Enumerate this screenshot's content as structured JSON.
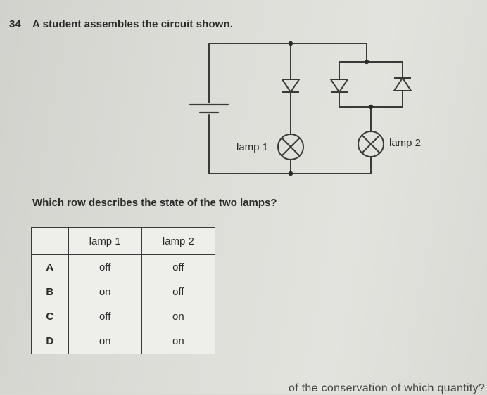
{
  "question": {
    "number": "34",
    "stem": "A student assembles the circuit shown.",
    "prompt": "Which row describes the state of the two lamps?"
  },
  "circuit": {
    "lamp1_label": "lamp 1",
    "lamp2_label": "lamp 2"
  },
  "table": {
    "headers": [
      "",
      "lamp 1",
      "lamp 2"
    ],
    "rows": [
      {
        "key": "A",
        "lamp1": "off",
        "lamp2": "off"
      },
      {
        "key": "B",
        "lamp1": "on",
        "lamp2": "off"
      },
      {
        "key": "C",
        "lamp1": "off",
        "lamp2": "on"
      },
      {
        "key": "D",
        "lamp1": "on",
        "lamp2": "on"
      }
    ]
  },
  "footer_fragment": "of the conservation of which quantity?"
}
